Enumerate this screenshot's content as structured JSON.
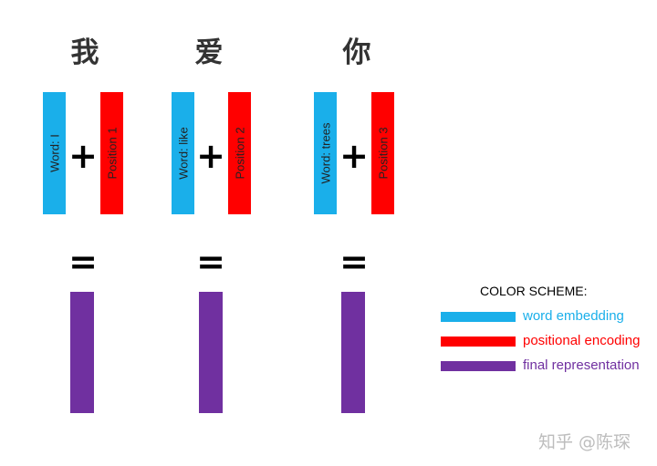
{
  "columns": [
    {
      "char": "我",
      "word_label": "Word: I",
      "position_label": "Position 1"
    },
    {
      "char": "爱",
      "word_label": "Word: like",
      "position_label": "Position 2"
    },
    {
      "char": "你",
      "word_label": "Word: trees",
      "position_label": "Position 3"
    }
  ],
  "operators": {
    "plus": "+",
    "equals": "="
  },
  "legend": {
    "title": "COLOR SCHEME:",
    "items": [
      {
        "label": "word embedding",
        "color": "#1AAFEA"
      },
      {
        "label": "positional encoding",
        "color": "#FF0000"
      },
      {
        "label": "final representation",
        "color": "#7030A0"
      }
    ]
  },
  "watermark": "知乎 @陈琛"
}
